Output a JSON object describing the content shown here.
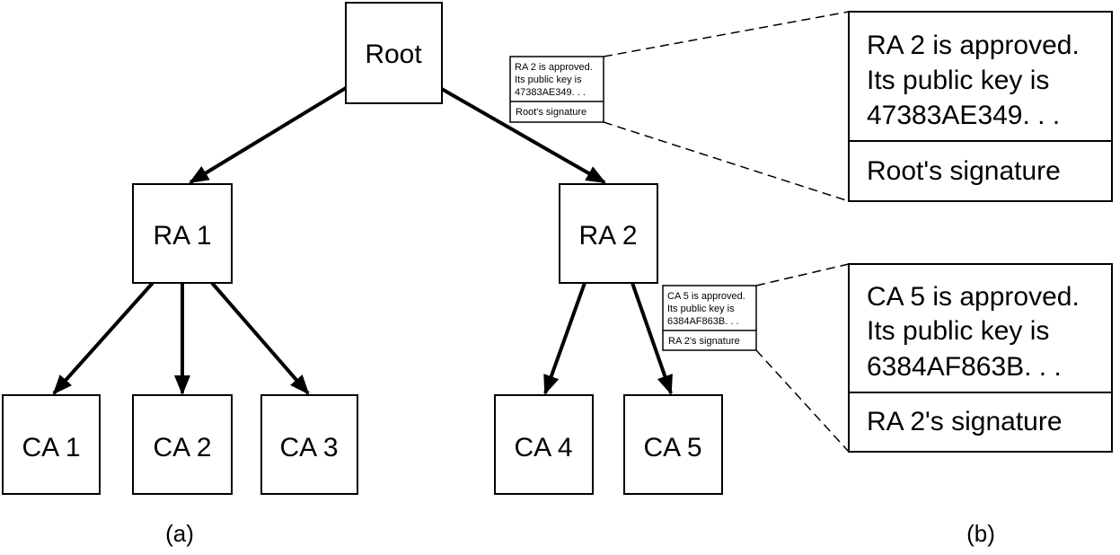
{
  "tree": {
    "root": "Root",
    "ra1": "RA 1",
    "ra2": "RA 2",
    "ca1": "CA 1",
    "ca2": "CA 2",
    "ca3": "CA 3",
    "ca4": "CA 4",
    "ca5": "CA 5"
  },
  "certificates": {
    "ra2": {
      "line1": "RA 2 is approved.",
      "line2": "Its public key is",
      "line3": "47383AE349. . .",
      "signature": "Root's signature"
    },
    "ca5": {
      "line1": "CA 5 is approved.",
      "line2": "Its public key is",
      "line3": "6384AF863B. . .",
      "signature": "RA 2's signature"
    }
  },
  "captions": {
    "a": "(a)",
    "b": "(b)"
  },
  "colors": {
    "stroke": "#000000",
    "background": "#ffffff"
  }
}
